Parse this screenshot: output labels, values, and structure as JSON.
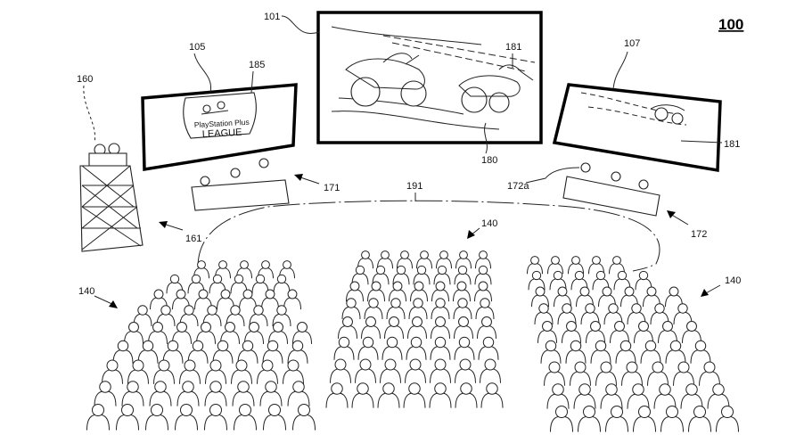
{
  "figure_number": "100",
  "labels": {
    "main_screen": "101",
    "left_screen": "105",
    "right_screen": "107",
    "esports_logo": "185",
    "rider_top": "181",
    "rider_bottom": "180",
    "rider_right": "181",
    "tower": "160",
    "tower_arrow": "161",
    "left_device": "171",
    "right_device": "172",
    "right_device_sensor": "172a",
    "network_line": "191",
    "audience_left": "140",
    "audience_center": "140",
    "audience_right": "140"
  },
  "logo_text": {
    "line1": "PlayStation Plus",
    "line2": "LEAGUE"
  }
}
